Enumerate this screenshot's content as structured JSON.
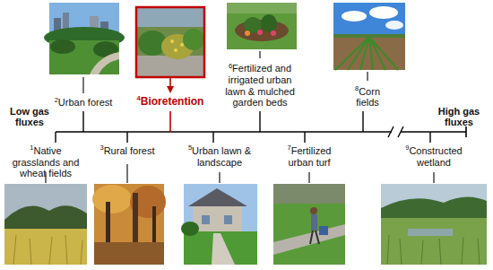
{
  "diagram": {
    "labels": [
      "Low gas fluxes",
      "High gas fluxes",
      "1",
      "Native grasslands and wheat fields",
      "2",
      "Urban forest",
      "3",
      "Rural forest",
      "4",
      "Bioretention",
      "5",
      "Urban lawn & landscape",
      "6",
      "Fertilized and irrigated urban lawn & mulched garden beds",
      "7",
      "Fertilized urban turf",
      "8",
      "Corn fields",
      "9",
      "Constructed wetland"
    ]
  }
}
